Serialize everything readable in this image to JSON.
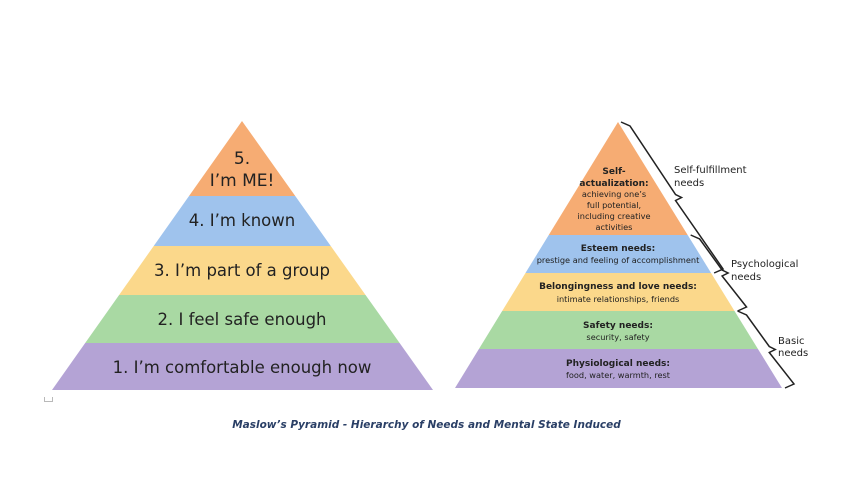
{
  "colors": {
    "tier5": "#f6ac73",
    "tier4": "#9fc3ed",
    "tier3": "#fbd88b",
    "tier2": "#a9d9a3",
    "tier1": "#b4a3d5",
    "bracket": "#222222",
    "caption": "#2a3f66"
  },
  "left_pyramid": {
    "tiers": [
      {
        "line1": "5.",
        "line2": "I’m ME!"
      },
      {
        "label": "4. I’m known"
      },
      {
        "label": "3. I’m part of a group"
      },
      {
        "label": "2. I feel safe enough"
      },
      {
        "label": "1. I’m comfortable enough now"
      }
    ]
  },
  "right_pyramid": {
    "tiers": [
      {
        "title": [
          "Self-",
          "actualization:"
        ],
        "desc": [
          "achieving one’s",
          "full potential,",
          "including creative",
          "activities"
        ]
      },
      {
        "title": [
          "Esteem needs:"
        ],
        "desc": [
          "prestige and feeling of accomplishment"
        ]
      },
      {
        "title": [
          "Belongingness and love needs:"
        ],
        "desc": [
          "intimate relationships, friends"
        ]
      },
      {
        "title": [
          "Safety needs:"
        ],
        "desc": [
          "security, safety"
        ]
      },
      {
        "title": [
          "Physiological needs:"
        ],
        "desc": [
          "food, water, warmth, rest"
        ]
      }
    ],
    "brackets": [
      {
        "lines": [
          "Self-fulfillment",
          "needs"
        ]
      },
      {
        "lines": [
          "Psychological",
          "needs"
        ]
      },
      {
        "lines": [
          "Basic",
          "needs"
        ]
      }
    ]
  },
  "caption": "Maslow’s Pyramid - Hierarchy of Needs and Mental State Induced"
}
